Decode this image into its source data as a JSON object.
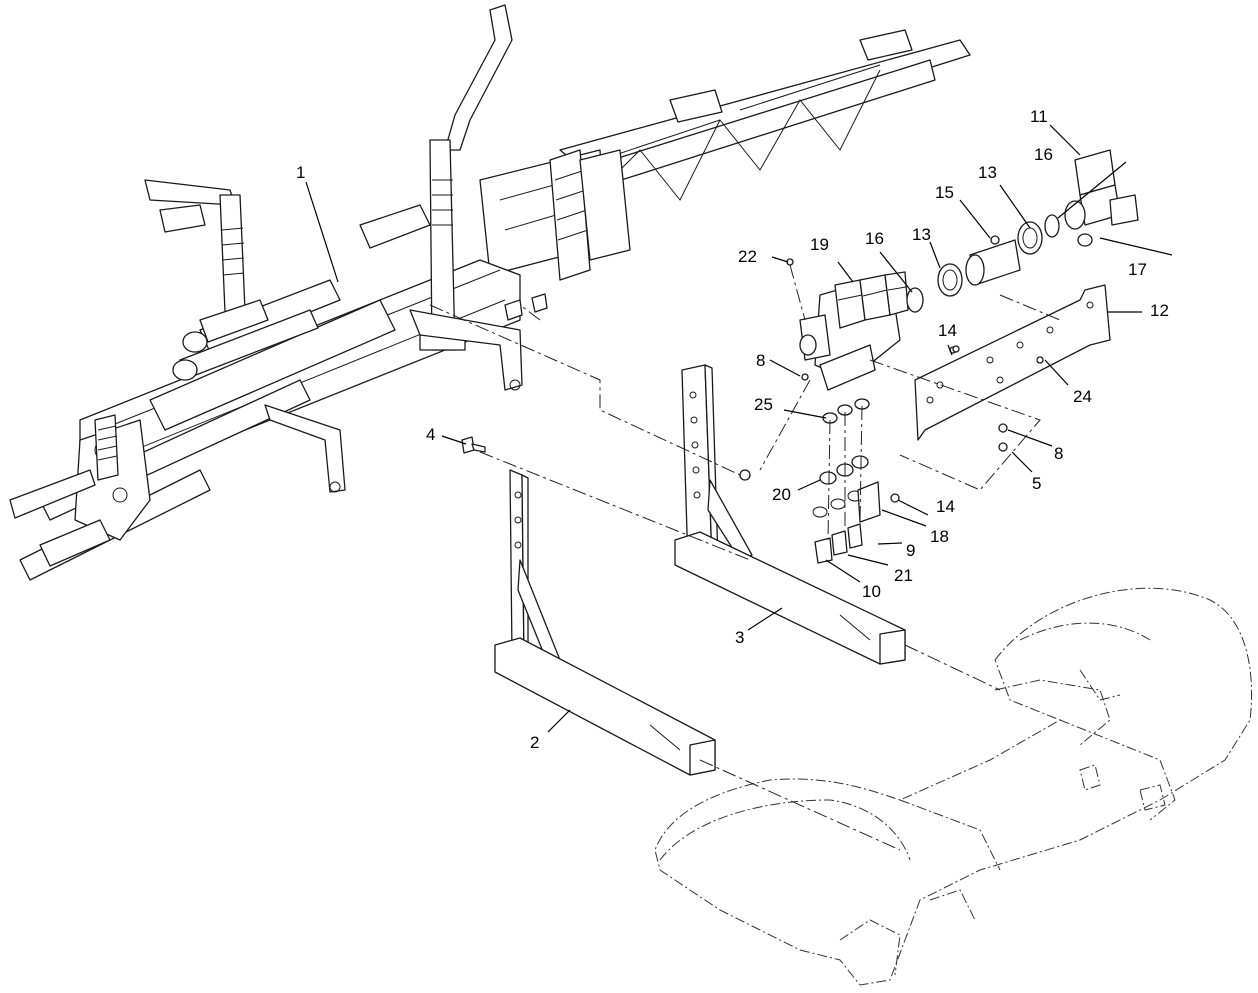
{
  "diagram": {
    "type": "exploded-parts-view",
    "callouts": [
      {
        "id": "callout-1",
        "label": "1"
      },
      {
        "id": "callout-2",
        "label": "2"
      },
      {
        "id": "callout-3",
        "label": "3"
      },
      {
        "id": "callout-4",
        "label": "4"
      },
      {
        "id": "callout-5",
        "label": "5"
      },
      {
        "id": "callout-8a",
        "label": "8"
      },
      {
        "id": "callout-8b",
        "label": "8"
      },
      {
        "id": "callout-9",
        "label": "9"
      },
      {
        "id": "callout-10",
        "label": "10"
      },
      {
        "id": "callout-11",
        "label": "11"
      },
      {
        "id": "callout-12",
        "label": "12"
      },
      {
        "id": "callout-13a",
        "label": "13"
      },
      {
        "id": "callout-13b",
        "label": "13"
      },
      {
        "id": "callout-14a",
        "label": "14"
      },
      {
        "id": "callout-14b",
        "label": "14"
      },
      {
        "id": "callout-15",
        "label": "15"
      },
      {
        "id": "callout-16a",
        "label": "16"
      },
      {
        "id": "callout-16b",
        "label": "16"
      },
      {
        "id": "callout-17",
        "label": "17"
      },
      {
        "id": "callout-18",
        "label": "18"
      },
      {
        "id": "callout-19",
        "label": "19"
      },
      {
        "id": "callout-20",
        "label": "20"
      },
      {
        "id": "callout-21",
        "label": "21"
      },
      {
        "id": "callout-22",
        "label": "22"
      },
      {
        "id": "callout-24",
        "label": "24"
      },
      {
        "id": "callout-25",
        "label": "25"
      }
    ]
  }
}
